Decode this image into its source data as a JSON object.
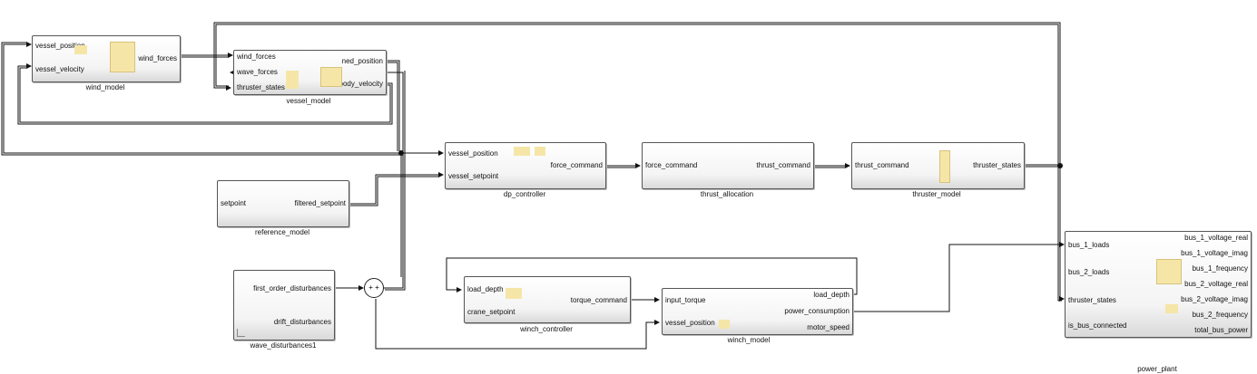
{
  "blocks": {
    "wind_model": {
      "name": "wind_model",
      "inputs": [
        "vessel_position",
        "vessel_velocity"
      ],
      "outputs": [
        "wind_forces"
      ]
    },
    "vessel_model": {
      "name": "vessel_model",
      "inputs": [
        "wind_forces",
        "wave_forces",
        "thruster_states"
      ],
      "outputs": [
        "ned_position",
        "body_velocity"
      ]
    },
    "dp_controller": {
      "name": "dp_controller",
      "inputs": [
        "vessel_position",
        "vessel_setpoint"
      ],
      "outputs": [
        "force_command"
      ]
    },
    "thrust_allocation": {
      "name": "thrust_allocation",
      "inputs": [
        "force_command"
      ],
      "outputs": [
        "thrust_command"
      ]
    },
    "thruster_model": {
      "name": "thruster_model",
      "inputs": [
        "thrust_command"
      ],
      "outputs": [
        "thruster_states"
      ]
    },
    "reference_model": {
      "name": "reference_model",
      "inputs": [
        "setpoint"
      ],
      "outputs": [
        "filtered_setpoint"
      ]
    },
    "wave_disturbances": {
      "name": "wave_disturbances1",
      "outputs": [
        "first_order_disturbances",
        "drift_disturbances"
      ]
    },
    "winch_controller": {
      "name": "winch_controller",
      "inputs": [
        "load_depth",
        "crane_setpoint"
      ],
      "outputs": [
        "torque_command"
      ]
    },
    "winch_model": {
      "name": "winch_model",
      "inputs": [
        "input_torque",
        "vessel_position"
      ],
      "outputs": [
        "load_depth",
        "power_consumption",
        "motor_speed"
      ]
    },
    "power_plant": {
      "name": "power_plant",
      "inputs": [
        "bus_1_loads",
        "bus_2_loads",
        "thruster_states",
        "is_bus_connected"
      ],
      "outputs": [
        "bus_1_voltage_real",
        "bus_1_voltage_imag",
        "bus_1_frequency",
        "bus_2_voltage_real",
        "bus_2_voltage_imag",
        "bus_2_frequency",
        "total_bus_power"
      ]
    }
  },
  "sum_block": {
    "signs": "+ +"
  }
}
